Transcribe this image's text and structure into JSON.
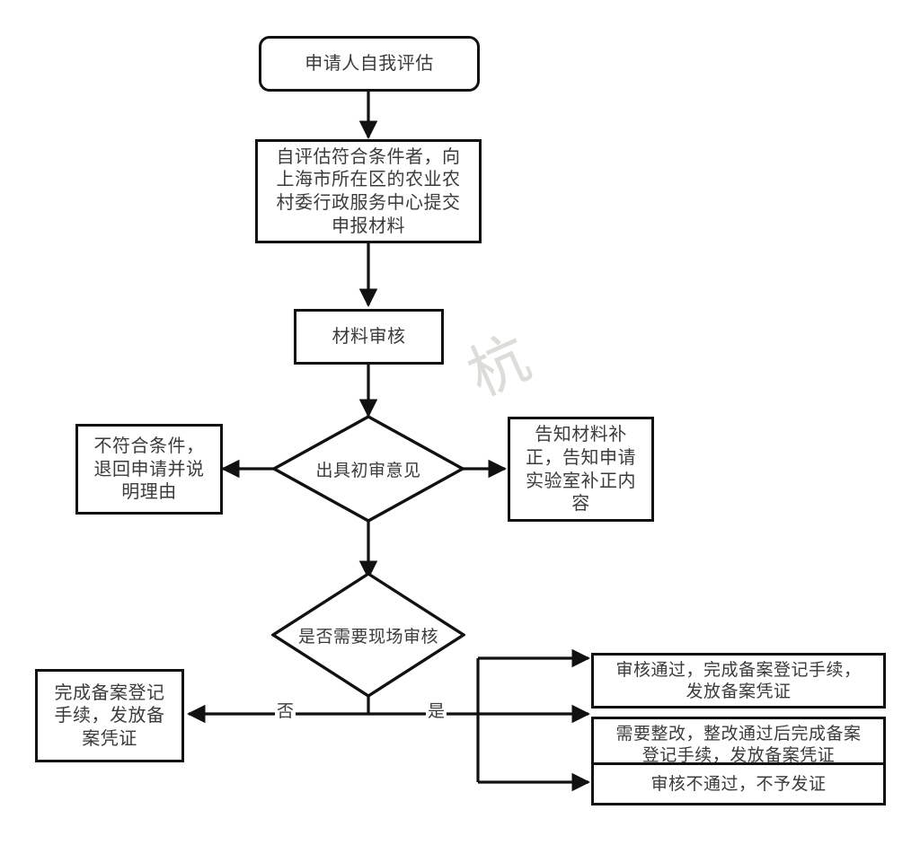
{
  "diagram": {
    "type": "flowchart",
    "title": "",
    "orientation": "top-to-bottom",
    "background_color": "#ffffff",
    "stroke_color": "#111111",
    "text_color": "#3b3b3b",
    "watermark_text": "杭"
  },
  "nodes": {
    "self_assessment": {
      "shape": "rounded-rectangle",
      "label": "申请人自我评估"
    },
    "submit_materials": {
      "shape": "rectangle",
      "label": "自评估符合条件者，向\n上海市所在区的农业农\n村委行政服务中心提交\n申报材料"
    },
    "material_review": {
      "shape": "rectangle",
      "label": "材料审核"
    },
    "preliminary_opinion": {
      "shape": "diamond",
      "label": "出具初审意见"
    },
    "not_qualified": {
      "shape": "rectangle",
      "label": "不符合条件，\n退回申请并说\n明理由"
    },
    "notify_correction": {
      "shape": "rectangle",
      "label": "告知材料补\n正，告知申请\n实验室补正内\n容"
    },
    "need_onsite_review": {
      "shape": "diamond",
      "label": "是否需要现场审核"
    },
    "complete_filing_no": {
      "shape": "rectangle",
      "label": "完成备案登记\n手续，发放备\n案凭证"
    },
    "review_passed": {
      "shape": "rectangle",
      "label": "审核通过，完成备案登记手续，\n发放备案凭证"
    },
    "need_rectification": {
      "shape": "rectangle",
      "label": "需要整改，整改通过后完成备案\n登记手续，发放备案凭证"
    },
    "review_failed": {
      "shape": "rectangle",
      "label": "审核不通过，不予发证"
    }
  },
  "edge_labels": {
    "no": "否",
    "yes": "是"
  },
  "edges": [
    {
      "from": "self_assessment",
      "to": "submit_materials",
      "label": ""
    },
    {
      "from": "submit_materials",
      "to": "material_review",
      "label": ""
    },
    {
      "from": "material_review",
      "to": "preliminary_opinion",
      "label": ""
    },
    {
      "from": "preliminary_opinion",
      "to": "not_qualified",
      "label": ""
    },
    {
      "from": "preliminary_opinion",
      "to": "notify_correction",
      "label": ""
    },
    {
      "from": "preliminary_opinion",
      "to": "need_onsite_review",
      "label": ""
    },
    {
      "from": "need_onsite_review",
      "to": "complete_filing_no",
      "label": "否"
    },
    {
      "from": "need_onsite_review",
      "to": "review_passed",
      "label": "是"
    },
    {
      "from": "need_onsite_review",
      "to": "need_rectification",
      "label": "是"
    },
    {
      "from": "need_onsite_review",
      "to": "review_failed",
      "label": "是"
    }
  ]
}
